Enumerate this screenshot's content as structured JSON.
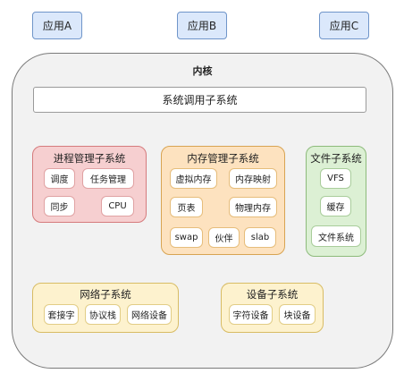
{
  "apps": [
    "应用A",
    "应用B",
    "应用C"
  ],
  "kernel": {
    "title": "内核",
    "syscall": "系统调用子系统",
    "process": {
      "title": "进程管理子系统",
      "items": [
        "调度",
        "任务管理",
        "同步",
        "CPU"
      ]
    },
    "memory": {
      "title": "内存管理子系统",
      "items": [
        "虚拟内存",
        "内存映射",
        "页表",
        "物理内存",
        "swap",
        "伙伴",
        "slab"
      ]
    },
    "file": {
      "title": "文件子系统",
      "items": [
        "VFS",
        "缓存",
        "文件系统"
      ]
    },
    "network": {
      "title": "网络子系统",
      "items": [
        "套接字",
        "协议栈",
        "网络设备"
      ]
    },
    "device": {
      "title": "设备子系统",
      "items": [
        "字符设备",
        "块设备"
      ]
    }
  }
}
